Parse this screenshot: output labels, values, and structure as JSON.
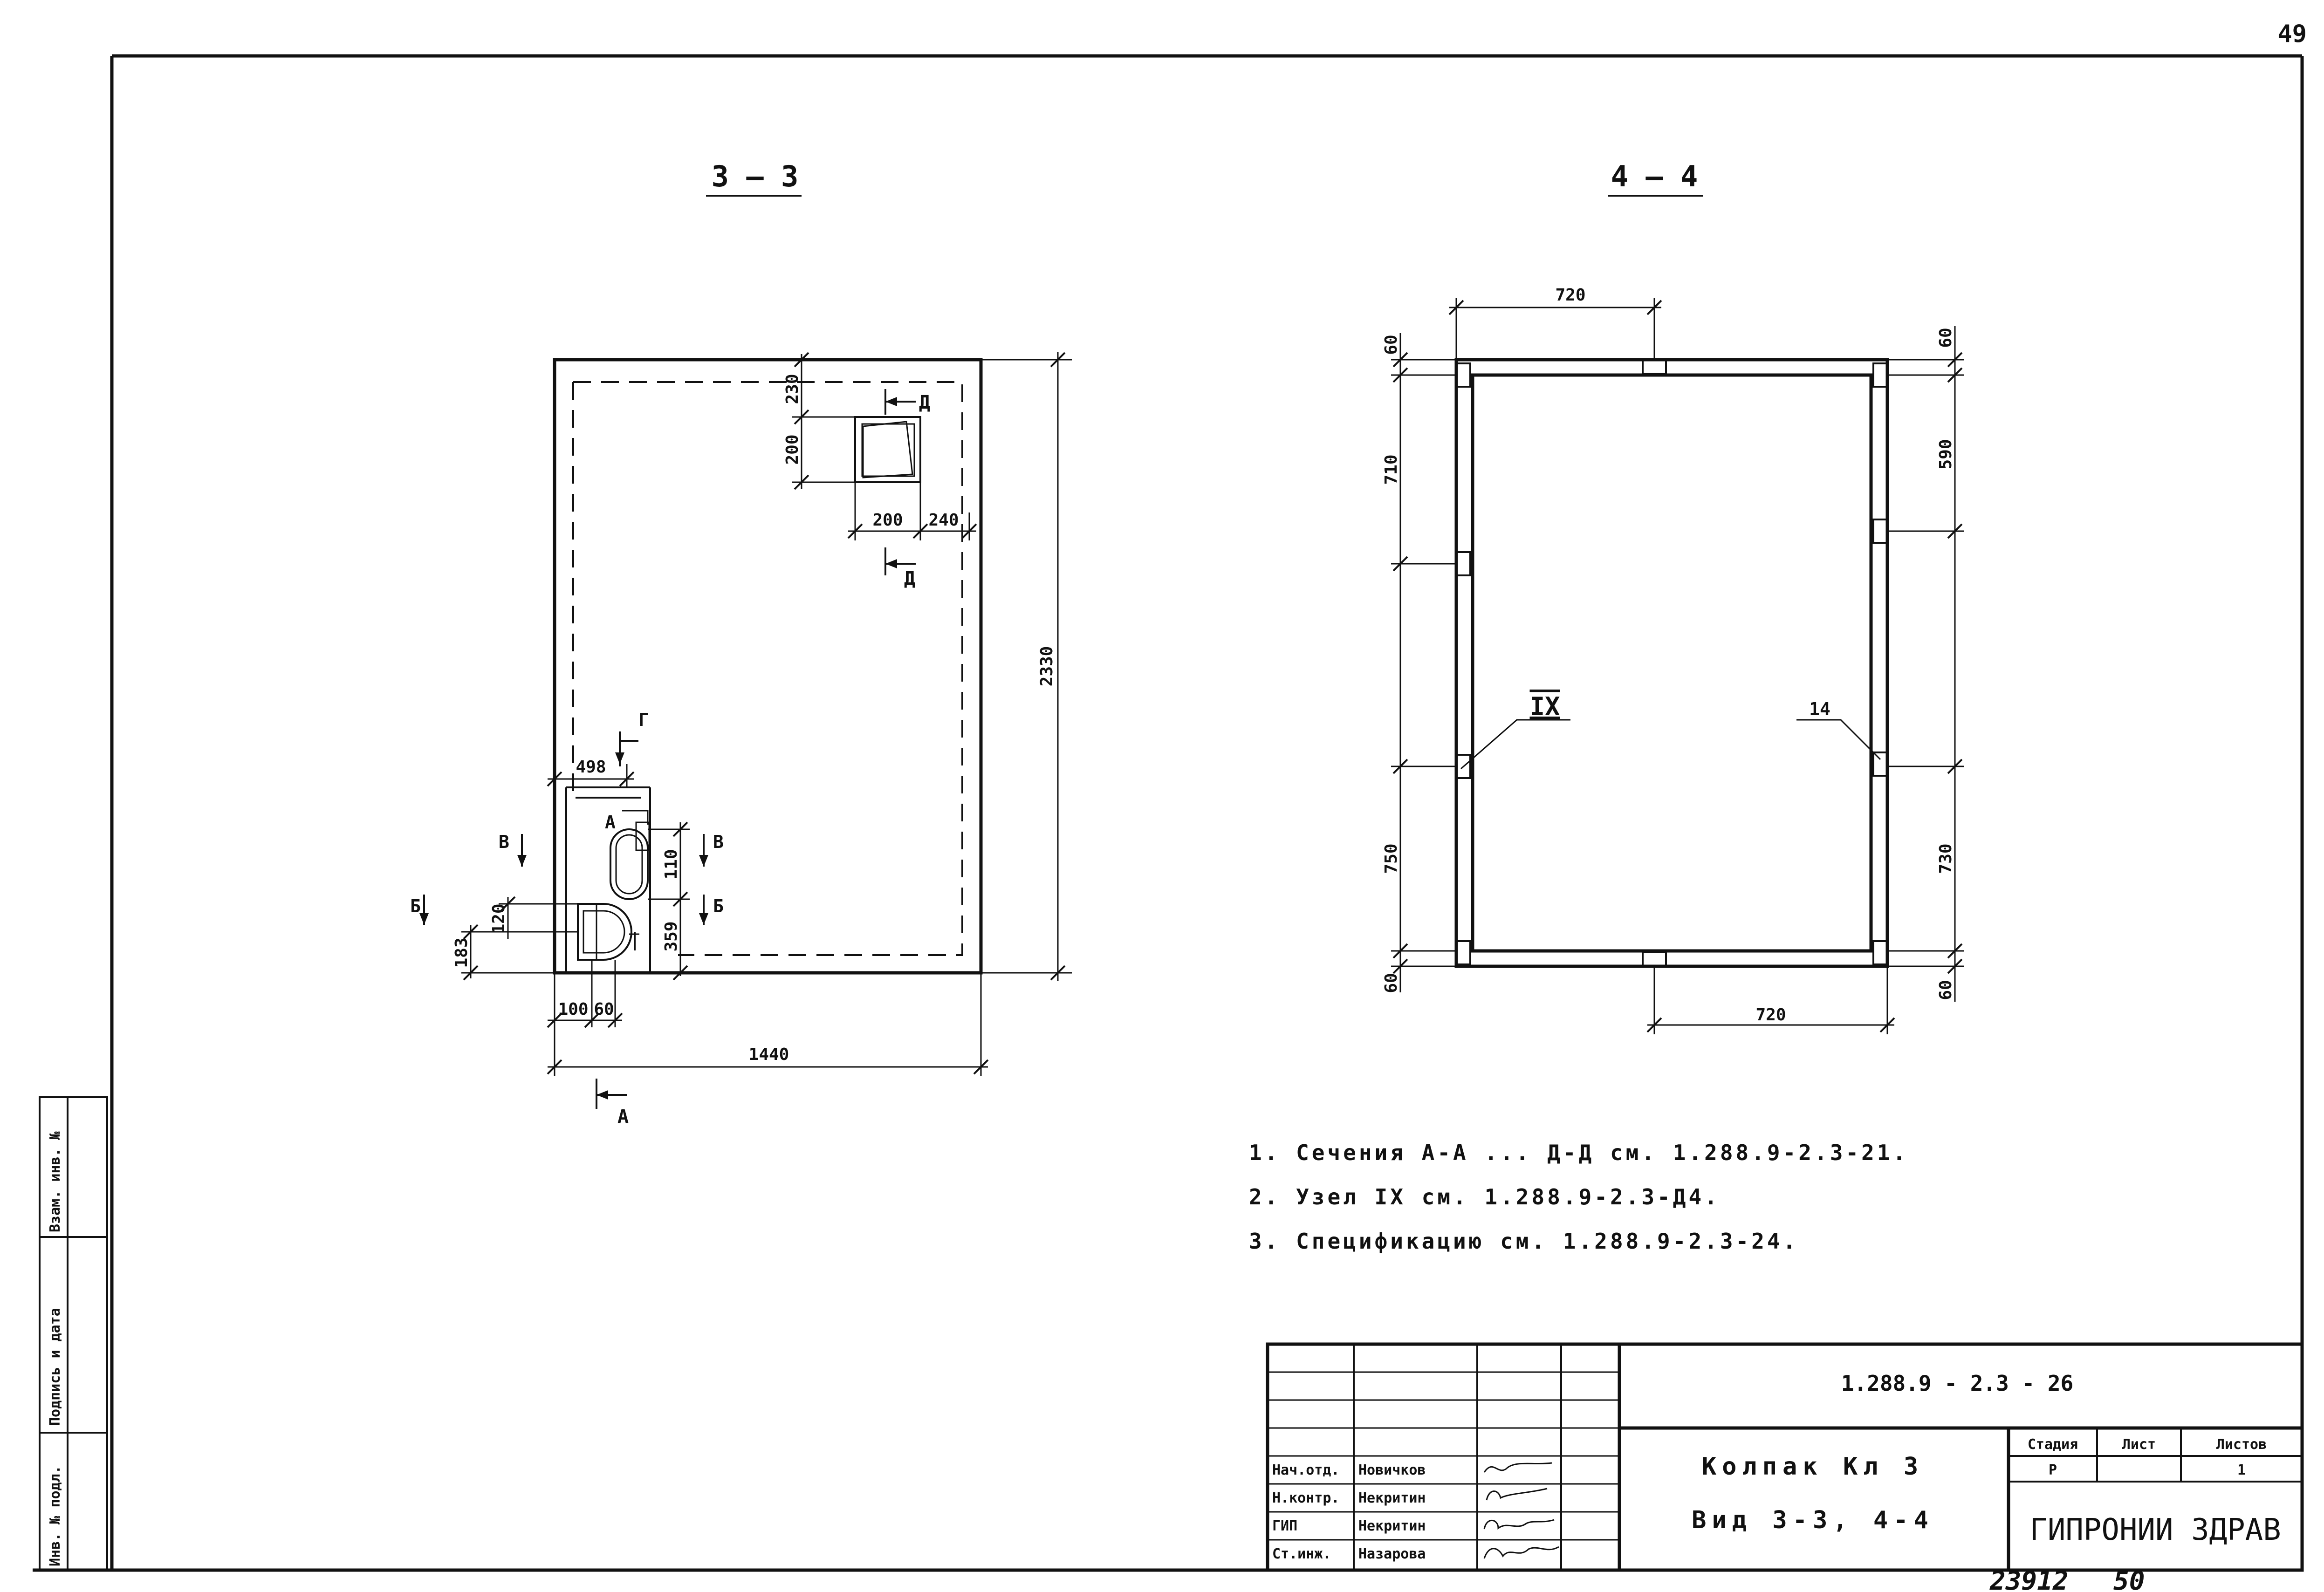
{
  "sheet": {
    "page_number": "49"
  },
  "view_33": {
    "title": "3 — 3",
    "dims": {
      "d230": "230",
      "d200v": "200",
      "d200h": "200",
      "d240": "240",
      "d2330": "2330",
      "d1440": "1440",
      "d498": "498",
      "d110": "110",
      "d359": "359",
      "d120": "120",
      "d183": "183",
      "d100": "100",
      "d60": "60"
    },
    "section_marks": {
      "a": "А",
      "b": "Б",
      "v": "В",
      "g": "Г",
      "d": "Д"
    }
  },
  "view_44": {
    "title": "4 — 4",
    "dims": {
      "top720": "720",
      "bottom720": "720",
      "left60top": "60",
      "left710": "710",
      "left750": "750",
      "left60bot": "60",
      "right60top": "60",
      "right590": "590",
      "right730": "730",
      "right60bot": "60"
    },
    "callouts": {
      "node": "IX",
      "item": "14"
    }
  },
  "notes": [
    "1. Сечения  А-А ... Д-Д  см. 1.288.9-2.3-21.",
    "2. Узел   IX   см.  1.288.9-2.3-Д4.",
    "3. Спецификацию  см.  1.288.9-2.3-24."
  ],
  "side_stamp": {
    "inv_orig": "Инв. № подл.",
    "signature_date": "Подпись и дата",
    "inv_replace": "Взам. инв. №"
  },
  "title_block": {
    "document_code": "1.288.9 - 2.3 - 26",
    "product_title": "Колпак Кл 3",
    "view_title": "Вид 3-3, 4-4",
    "stage_header": "Стадия",
    "sheet_header": "Лист",
    "sheets_header": "Листов",
    "stage_value": "Р",
    "sheet_value": "",
    "sheets_value": "1",
    "organization": "ГИПРОНИИ ЗДРАВ",
    "staff": [
      {
        "role": "Нач.отд.",
        "name": "Новичков"
      },
      {
        "role": "Н.контр.",
        "name": "Некритин"
      },
      {
        "role": "ГИП",
        "name": "Некритин"
      },
      {
        "role": "Ст.инж.",
        "name": "Назарова"
      }
    ],
    "archive_number": "23912",
    "archive_suffix": "50"
  }
}
